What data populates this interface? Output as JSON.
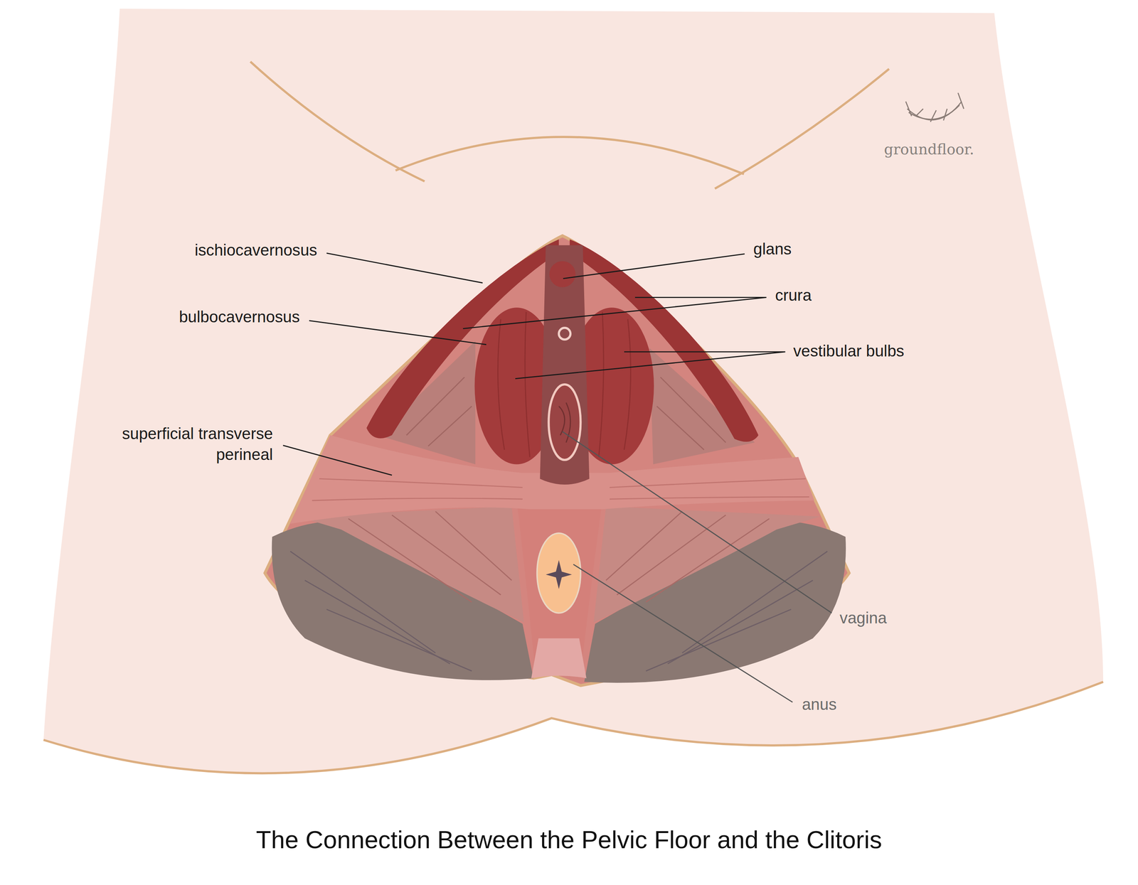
{
  "diagram": {
    "caption": "The Connection Between the Pelvic Floor and the Clitoris",
    "labels": [
      "ischiocavernosus",
      "glans",
      "crura",
      "bulbocavernosus",
      "vestibular bulbs",
      "superficial transverse perineal",
      "vagina",
      "anus",
      "groundfloor."
    ]
  }
}
